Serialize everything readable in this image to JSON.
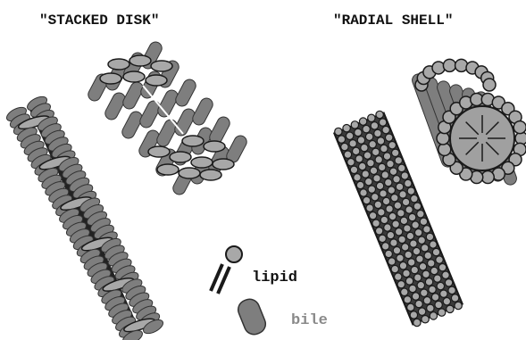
{
  "titles": {
    "left": "\"STACKED DISK\"",
    "right": "\"RADIAL SHELL\""
  },
  "legend": {
    "lipid_label": "lipid",
    "bile_label": "bile"
  },
  "colors": {
    "outline": "#1a1a1a",
    "lipid_fill": "#a8a8a8",
    "bile_fill": "#7e7e7e",
    "dark_core": "#222222",
    "bile_text": "#8a8a8a",
    "lipid_text": "#111111"
  }
}
